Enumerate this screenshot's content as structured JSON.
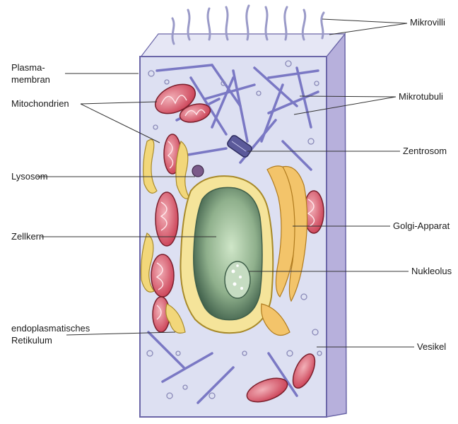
{
  "labels": {
    "plasmamembran_1": "Plasma-",
    "plasmamembran_2": "membran",
    "mitochondrien": "Mitochondrien",
    "lysosom": "Lysosom",
    "zellkern": "Zellkern",
    "endoplasmatisches_1": "endoplasmatisches",
    "endoplasmatisches_2": "Retikulum",
    "mikrovilli": "Mikrovilli",
    "mikrotubuli": "Mikrotubuli",
    "zentrosom": "Zentrosom",
    "golgi": "Golgi-Apparat",
    "nukleolus": "Nukleolus",
    "vesikel": "Vesikel"
  },
  "colors": {
    "cytoplasm": "#dde0f2",
    "membrane_side": "#b7b0dc",
    "microtubule": "#7a78c4",
    "mitochondrion": "#c8384e",
    "er": "#f2d77a",
    "golgi": "#f3c46a",
    "nucleus": "#6f8f73",
    "vesicle": "#c93a4f",
    "leader_line": "#333333"
  }
}
